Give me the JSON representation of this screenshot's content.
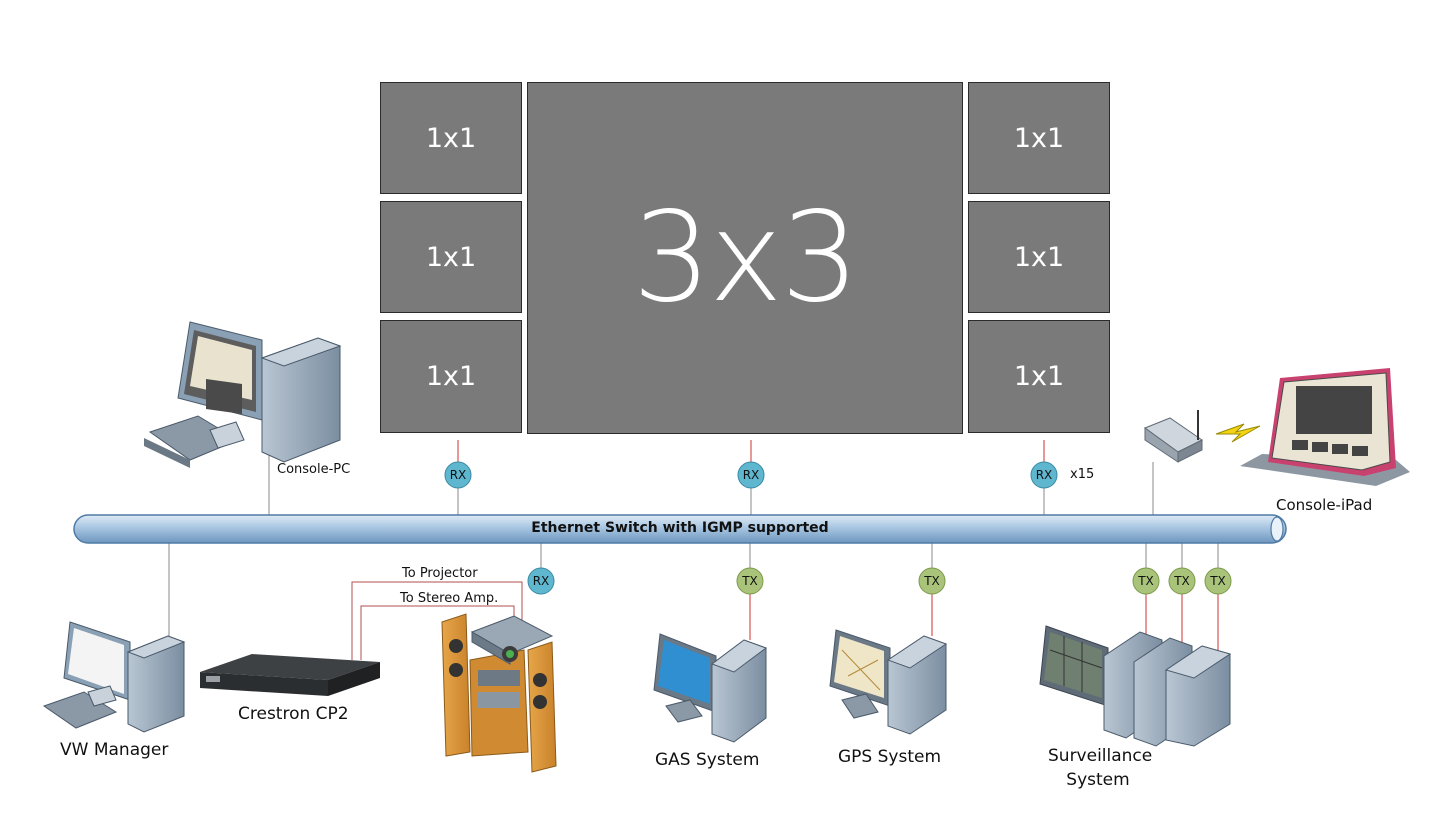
{
  "video_wall": {
    "left_panels": [
      "1x1",
      "1x1",
      "1x1"
    ],
    "center_panel": "3x3",
    "right_panels": [
      "1x1",
      "1x1",
      "1x1"
    ]
  },
  "network": {
    "switch_label": "Ethernet Switch with IGMP supported",
    "rx_label": "RX",
    "tx_label": "TX",
    "rx_count": "x15"
  },
  "devices": {
    "console_pc": "Console-PC",
    "console_ipad": "Console-iPad",
    "vw_manager": "VW Manager",
    "crestron": "Crestron CP2",
    "to_projector": "To Projector",
    "to_stereo": "To Stereo Amp.",
    "gas_system": "GAS System",
    "gps_system": "GPS System",
    "surveillance_line1": "Surveillance",
    "surveillance_line2": "System"
  },
  "colors": {
    "panel": "#7a7a7a",
    "rx_node": "#5fb6cf",
    "tx_node": "#a9c47a",
    "signal_line": "#d9534f",
    "switch_bar": "#9fbfdc"
  }
}
